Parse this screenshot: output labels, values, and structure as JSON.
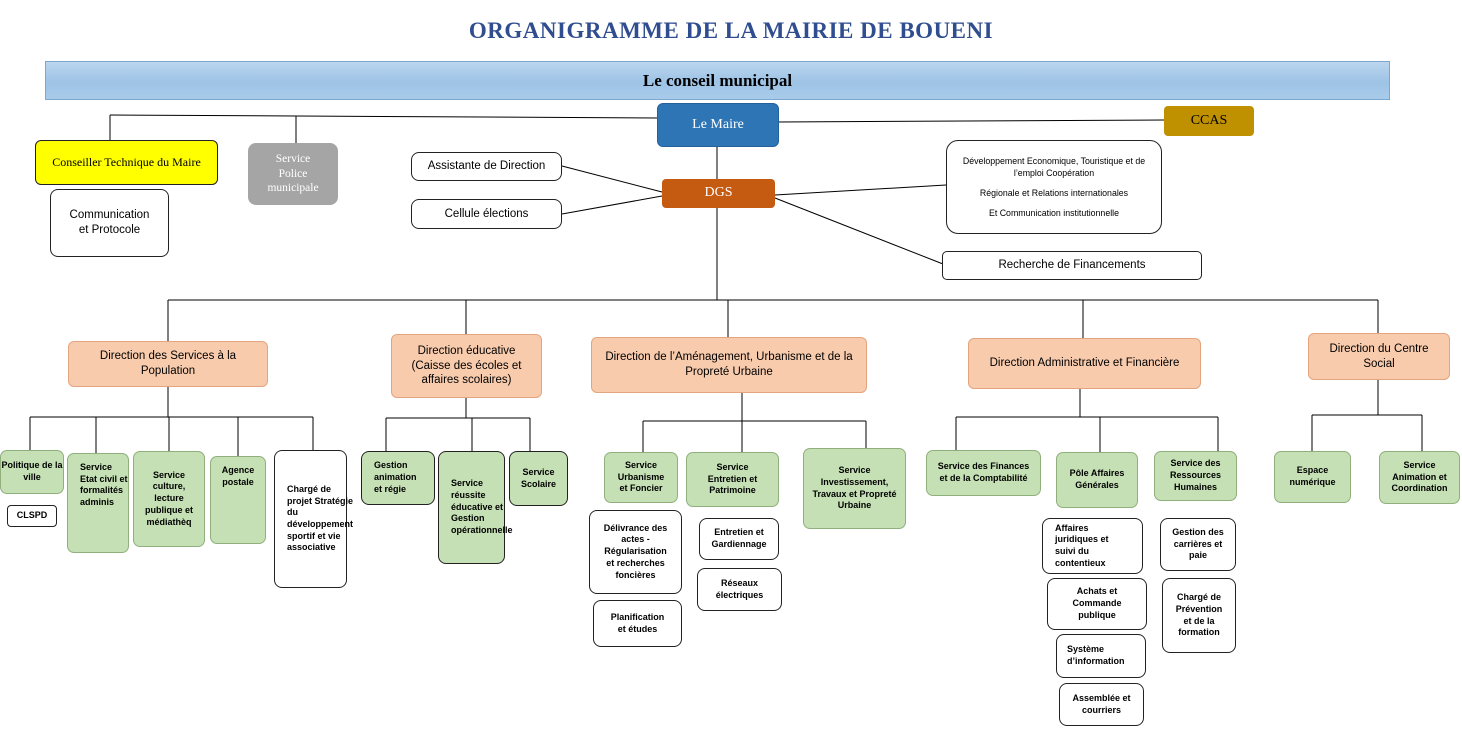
{
  "title": "ORGANIGRAMME DE LA MAIRIE DE BOUENI",
  "council": "Le conseil municipal",
  "top": {
    "maire": "Le Maire",
    "ccas": "CCAS",
    "conseiller": "Conseiller Technique du Maire",
    "police": "Service Police municipale",
    "communication": "Communication et Protocole",
    "assistante": "Assistante de Direction",
    "cellule": "Cellule élections",
    "dgs": "DGS",
    "dev_eco": [
      "Développement Economique, Touristique et de l’emploi Coopération",
      "Régionale et Relations internationales",
      "Et Communication institutionnelle"
    ],
    "recherche": "Recherche de Financements"
  },
  "directions": {
    "population": "Direction des Services à la Population",
    "educative": "Direction éducative (Caisse des écoles et affaires scolaires)",
    "amenagement": "Direction de l’Aménagement, Urbanisme et de la Propreté Urbaine",
    "admin": "Direction Administrative et Financière",
    "social": "Direction du Centre Social"
  },
  "services": {
    "politique": "Politique de la ville",
    "clspd": "CLSPD",
    "etat_civil": "Service Etat civil et formalités adminis",
    "culture": "Service culture, lecture publique et médiathèq",
    "agence": "Agence postale",
    "charge_projet": "Chargé de projet Stratégie du développement sportif et vie associative",
    "gestion_anim": "Gestion animation et régie",
    "reussite": "Service réussite éducative et Gestion opérationnelle",
    "scolaire": "Service Scolaire",
    "urbanisme": "Service Urbanisme et Foncier",
    "entretien_pat": "Service Entretien et Patrimoine",
    "investissement": "Service Investissement, Travaux et Propreté Urbaine",
    "delivrance": "Délivrance des actes - Régularisation et recherches foncières",
    "planification": "Planification et études",
    "entretien_jard": "Entretien et Gardiennage",
    "reseaux": "Réseaux électriques",
    "finances": "Service des Finances et de la Comptabilité",
    "pole_ag": "Pôle Affaires Générales",
    "rh": "Service des Ressources Humaines",
    "juridiques": "Affaires juridiques et suivi du contentieux",
    "achats": "Achats et Commande publique",
    "systeme": "Système d’information",
    "assemblee": "Assemblée et courriers",
    "carrieres": "Gestion des carrières et paie",
    "prevention": "Chargé de Prévention et de la formation",
    "espace": "Espace numérique",
    "animation_coord": "Service Animation et Coordination"
  },
  "colors": {
    "title": "#2f4d8f",
    "maire": "#2e75b6",
    "dgs": "#c55a11",
    "ccas": "#bf9000",
    "conseiller": "#ffff00",
    "police": "#a5a5a5",
    "direction": "#f8cbad",
    "service": "#c5e0b4"
  }
}
